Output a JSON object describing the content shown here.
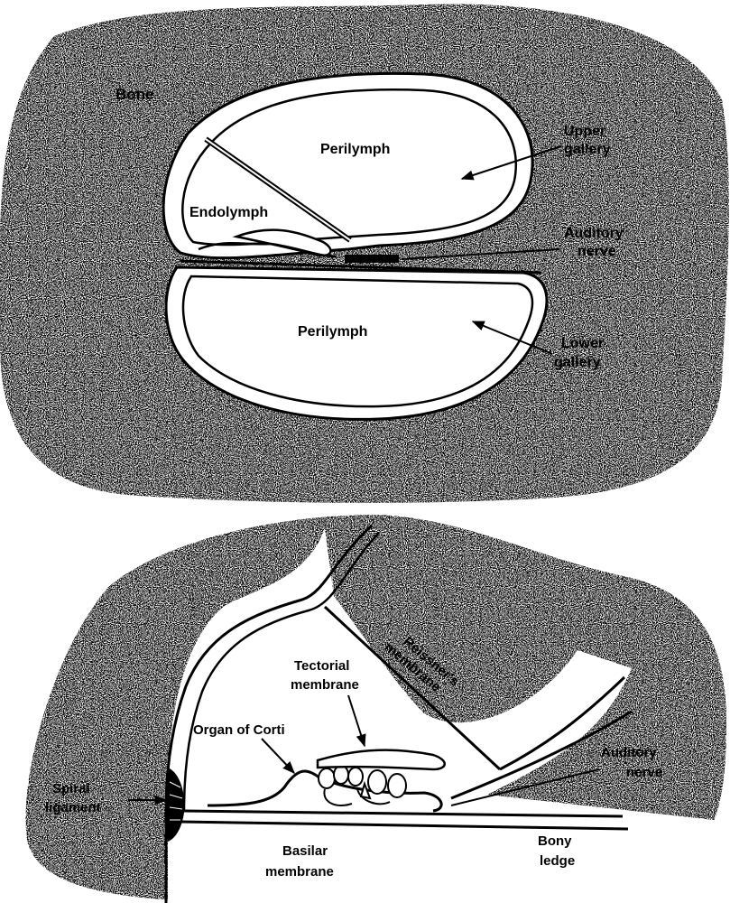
{
  "colors": {
    "ink": "#000000",
    "paper": "#ffffff"
  },
  "top_figure": {
    "bone": "Bone",
    "perilymph_upper": "Perilymph",
    "perilymph_lower": "Perilymph",
    "endolymph": "Endolymph",
    "upper_gallery": [
      "Upper",
      "gallery"
    ],
    "auditory_nerve": [
      "Auditory",
      "nerve"
    ],
    "lower_gallery": [
      "Lower",
      "gallery"
    ]
  },
  "bottom_figure": {
    "reissners_membrane": [
      "Reissner's",
      "membrane"
    ],
    "tectorial_membrane": [
      "Tectorial",
      "membrane"
    ],
    "organ_of_corti": "Organ of Corti",
    "auditory_nerve": [
      "Auditory",
      "nerve"
    ],
    "spiral_ligament": [
      "Spiral",
      "ligament"
    ],
    "basilar_membrane": [
      "Basilar",
      "membrane"
    ],
    "bony_ledge": [
      "Bony",
      "ledge"
    ]
  }
}
